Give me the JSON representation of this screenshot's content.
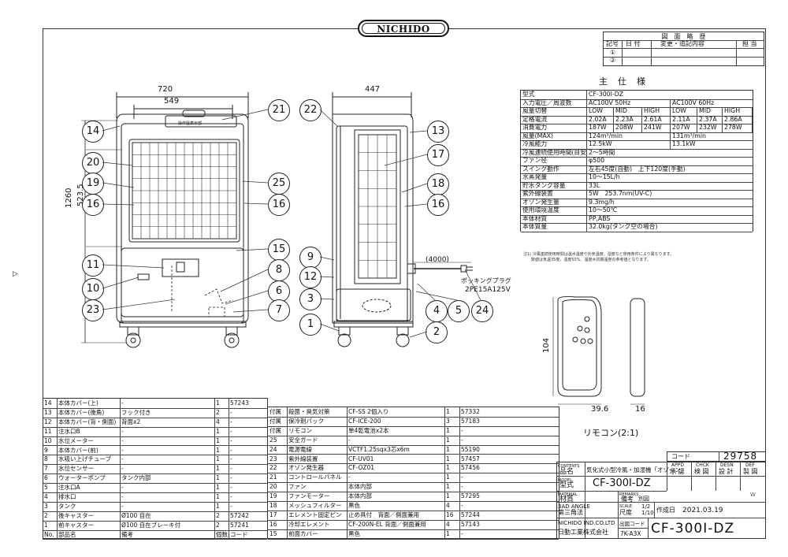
{
  "header": {
    "logo": "NICHIDO",
    "revision_title": "図　面　略　歴",
    "revision_cols": [
      "記号",
      "日 付",
      "変更・追記内容",
      "担 当"
    ],
    "revision_marks": [
      "①",
      "②"
    ]
  },
  "spec": {
    "title": "主　仕　様",
    "rows": [
      [
        "型式",
        "CF-300I-DZ",
        "",
        "",
        "",
        "",
        "",
        ""
      ],
      [
        "入力電圧／周波数",
        "AC100V 50Hz",
        "",
        "",
        "AC100V 60Hz",
        "",
        "",
        ""
      ],
      [
        "風量切替",
        "LOW",
        "MID",
        "HIGH",
        "LOW",
        "MID",
        "HIGH",
        ""
      ],
      [
        "定格電流",
        "2.02A",
        "2.23A",
        "2.61A",
        "2.11A",
        "2.37A",
        "2.86A",
        ""
      ],
      [
        "消費電力",
        "187W",
        "208W",
        "241W",
        "207W",
        "232W",
        "278W",
        ""
      ],
      [
        "風量(MAX)",
        "124m³/min",
        "",
        "",
        "131m³/min",
        "",
        "",
        ""
      ],
      [
        "冷風能力",
        "12.5kW",
        "",
        "",
        "13.1kW",
        "",
        "",
        ""
      ],
      [
        "冷風連続使用時間(目安)",
        "2～5時間",
        "",
        "",
        "",
        "",
        "",
        ""
      ],
      [
        "ファン径",
        "φ500",
        "",
        "",
        "",
        "",
        "",
        ""
      ],
      [
        "スイング動作",
        "左右45度(自動)　上下120度(手動)",
        "",
        "",
        "",
        "",
        "",
        ""
      ],
      [
        "水蒸発量",
        "10～15L/h",
        "",
        "",
        "",
        "",
        "",
        ""
      ],
      [
        "貯水タンク容量",
        "33L",
        "",
        "",
        "",
        "",
        "",
        ""
      ],
      [
        "紫外線装置",
        "5W　253.7nm(UV-C)",
        "",
        "",
        "",
        "",
        "",
        ""
      ],
      [
        "オゾン発生量",
        "9.3mg/h",
        "",
        "",
        "",
        "",
        "",
        ""
      ],
      [
        "使用環境温度",
        "10～50℃",
        "",
        "",
        "",
        "",
        "",
        ""
      ],
      [
        "本体材質",
        "PP,ABS",
        "",
        "",
        "",
        "",
        "",
        ""
      ],
      [
        "本体質量",
        "32.0kg(タンク空の場合)",
        "",
        "",
        "",
        "",
        "",
        ""
      ]
    ],
    "note1": "注1) 冷風連続使用時間は温水温度や外気温度、湿度など使用条件により異なります。",
    "note2": "　　数値は気温35度、湿度50%、温度水初期温度の参考値となります。"
  },
  "front_view": {
    "dim_width": "720",
    "dim_inner": "549",
    "dim_height": "1260",
    "dim_mid": "523.5",
    "panel_label": "操作盤表示部"
  },
  "side_view": {
    "dim_width": "447",
    "cord_length": "(4000)",
    "plug_label1": "ポッキングプラグ",
    "plug_label2": "2PE15A125V"
  },
  "remote": {
    "dim_height": "104",
    "dim_width": "39.6",
    "dim_depth": "16",
    "caption": "リモコン(2:1)"
  },
  "callouts": {
    "front": [
      "14",
      "20",
      "19",
      "16",
      "11",
      "10",
      "23",
      "21",
      "25",
      "16",
      "15",
      "8",
      "6",
      "7"
    ],
    "side": [
      "22",
      "9",
      "12",
      "3",
      "1",
      "13",
      "17",
      "18",
      "16",
      "4",
      "5",
      "24",
      "2"
    ]
  },
  "parts_left": [
    [
      "14",
      "本体カバー(上)",
      "-",
      "1",
      "57243"
    ],
    [
      "13",
      "本体カバー(後角)",
      "フック付き",
      "2",
      "-"
    ],
    [
      "12",
      "本体カバー(背・側面)",
      "背面x2",
      "4",
      "-"
    ],
    [
      "11",
      "注水口B",
      "-",
      "1",
      "-"
    ],
    [
      "10",
      "水位メーター",
      "-",
      "1",
      "-"
    ],
    [
      "9",
      "本体カバー(前)",
      "-",
      "1",
      "-"
    ],
    [
      "8",
      "水吸い上げチューブ",
      "-",
      "1",
      "-"
    ],
    [
      "7",
      "水位センサー",
      "-",
      "1",
      "-"
    ],
    [
      "6",
      "ウォーターポンプ",
      "タンク内部",
      "1",
      "-"
    ],
    [
      "5",
      "注水口A",
      "-",
      "1",
      "-"
    ],
    [
      "4",
      "排水口",
      "-",
      "1",
      "-"
    ],
    [
      "3",
      "タンク",
      "-",
      "1",
      "-"
    ],
    [
      "2",
      "後キャスター",
      "Ø100 自在",
      "2",
      "57242"
    ],
    [
      "1",
      "前キャスター",
      "Ø100 自在ブレーキ付",
      "2",
      "57241"
    ],
    [
      "No.",
      "部品名",
      "備考",
      "個数",
      "コード"
    ]
  ],
  "parts_right": [
    [
      "付属",
      "殺菌・臭気対策",
      "CF-SS 2個入り",
      "1",
      "57332"
    ],
    [
      "付属",
      "保冷剤パック",
      "CF-ICE-200",
      "3",
      "57183"
    ],
    [
      "付属",
      "リモコン",
      "単4乾電池x2本",
      "1",
      "-"
    ],
    [
      "25",
      "安全ガード",
      "-",
      "1",
      "-"
    ],
    [
      "24",
      "電源電線",
      "VCTF1.25sqx3芯x6m",
      "1",
      "55190"
    ],
    [
      "23",
      "紫外線装置",
      "CF-UV01",
      "1",
      "57457"
    ],
    [
      "22",
      "オゾン発生器",
      "CF-OZ01",
      "1",
      "57456"
    ],
    [
      "21",
      "コントロールパネル",
      "-",
      "1",
      "-"
    ],
    [
      "20",
      "ファン",
      "本体内部",
      "1",
      "-"
    ],
    [
      "19",
      "ファンモーター",
      "本体内部",
      "1",
      "57295"
    ],
    [
      "18",
      "メッシュフィルター",
      "黒色",
      "4",
      "-"
    ],
    [
      "17",
      "エレメント固定ピン",
      "止め具付　背面／側面兼用",
      "16",
      "57244"
    ],
    [
      "16",
      "冷却エレメント",
      "CF-200N-EL 背面／側面兼用",
      "4",
      "57143"
    ],
    [
      "15",
      "前面カバー",
      "黒色",
      "1",
      "-"
    ]
  ],
  "title_block": {
    "code_label": "コード",
    "code_value": "29758",
    "contents_label": "CONTENTS",
    "contents_jp": "品名",
    "product_name": "気化式小型冷風・加湿機「オゾーン」",
    "model_label": "MODEL",
    "model_jp": "型式",
    "model_value": "CF-300I-DZ",
    "material_label": "MATERIAL",
    "material_jp": "材質",
    "remarks_label": "REMARKS",
    "remarks_jp": "備考",
    "remarks_value": "別図",
    "angle_label": "3AD ANGLE",
    "angle_jp": "第三角法",
    "scale_label": "SCALE",
    "scale_jp": "尺度",
    "scale_value1": "1/2",
    "scale_value2": "1/10",
    "date_label": "作成日",
    "date_value": "2021.03.19",
    "company_en": "NICHIDO IND.CO.LTD",
    "company_jp": "日動工業株式会社",
    "drawing_code_label": "出図コード",
    "drawing_code": "7K-A3X",
    "drawing_no": "CF-300I-DZ",
    "approval_cols": [
      "APPD",
      "CHCK",
      "DESN",
      "DEF"
    ],
    "approval_jp": [
      "承 認",
      "検 図",
      "設 計",
      "製 図"
    ],
    "approval_mark": "W"
  },
  "colors": {
    "line": "#222222",
    "paper": "#ffffff"
  }
}
